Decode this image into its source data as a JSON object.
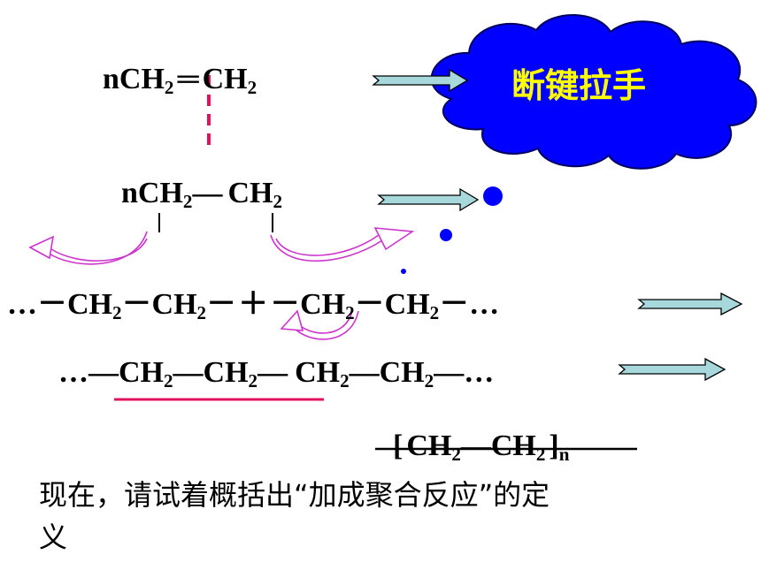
{
  "reaction_steps": {
    "monomer": {
      "coef": "n",
      "c1": "CH",
      "sub1": "2",
      "bond": "═",
      "c2": "CH",
      "sub2": "2"
    },
    "opened": {
      "coef": "n",
      "c1": "CH",
      "sub1": "2",
      "bond": "—",
      "c2": "CH",
      "sub2": "2"
    },
    "joining": {
      "lead": "…－",
      "c1": "CH",
      "sub1": "2",
      "b1": "－",
      "c2": "CH",
      "sub2": "2",
      "b2": "－",
      "plus": "＋",
      "b3": "－",
      "c3": "CH",
      "sub3": "2",
      "b4": "－",
      "c4": "CH",
      "sub4": "2",
      "tail": "－…"
    },
    "chain": {
      "lead": "…—",
      "c1": "CH",
      "sub1": "2",
      "b1": "—",
      "c2": "CH",
      "sub2": "2",
      "b2": "—",
      "c3": "CH",
      "sub3": "2",
      "b3": "—",
      "c4": "CH",
      "sub4": "2",
      "tail": "—…"
    },
    "polymer": {
      "open": "[",
      "c1": "CH",
      "sub1": "2",
      "b1": "—",
      "c2": "CH",
      "sub2": "2",
      "close": "]",
      "n": "n"
    }
  },
  "callout": {
    "text": "断键拉手"
  },
  "prompt": {
    "line1": "现在，请试着概括出“加成聚合反应”的定",
    "line2": "义"
  },
  "colors": {
    "arrow_fill": "#a6d8dc",
    "cloud": "#0000ff",
    "callout_text": "#ffff00",
    "marker": "#e0115f",
    "curve_arrow": "#cc33cc",
    "dot": "#0000ff"
  }
}
